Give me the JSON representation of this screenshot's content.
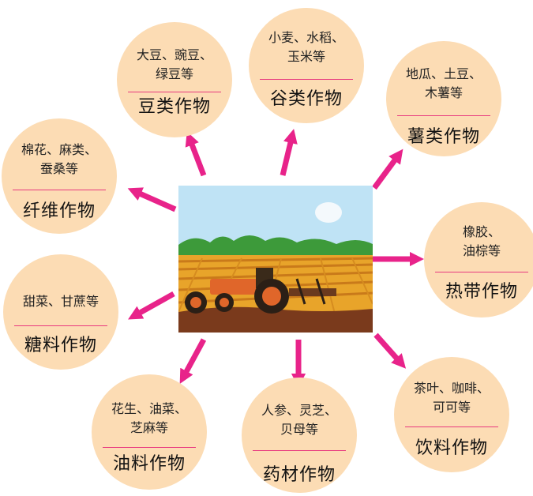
{
  "center_image": {
    "description_icon": "tractor-field-illustration"
  },
  "colors": {
    "bubble": "#fcdcb4",
    "arrow": "#e8238a",
    "divider": "#e8397f"
  },
  "nodes": [
    {
      "key": "legume",
      "examples": "大豆、豌豆、\n绿豆等",
      "category": "豆类作物"
    },
    {
      "key": "grain",
      "examples": "小麦、水稻、\n玉米等",
      "category": "谷类作物"
    },
    {
      "key": "tuber",
      "examples": "地瓜、土豆、\n木薯等",
      "category": "薯类作物"
    },
    {
      "key": "fiber",
      "examples": "棉花、麻类、\n蚕桑等",
      "category": "纤维作物"
    },
    {
      "key": "tropical",
      "examples": "橡胶、\n油棕等",
      "category": "热带作物"
    },
    {
      "key": "sugar",
      "examples": "甜菜、甘蔗等",
      "category": "糖料作物"
    },
    {
      "key": "beverage",
      "examples": "茶叶、咖啡、\n可可等",
      "category": "饮料作物"
    },
    {
      "key": "oil",
      "examples": "花生、油菜、\n芝麻等",
      "category": "油料作物"
    },
    {
      "key": "herb",
      "examples": "人参、灵芝、\n贝母等",
      "category": "药材作物"
    }
  ]
}
